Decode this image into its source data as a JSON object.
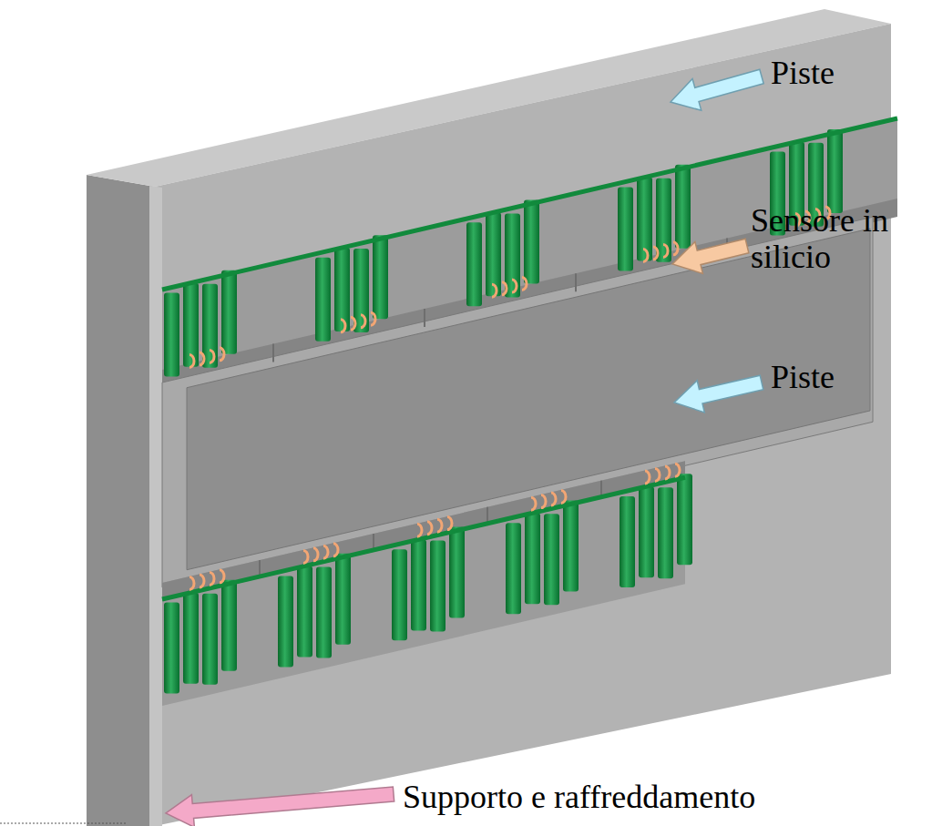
{
  "diagram": {
    "labels": [
      "Piste",
      "Sensore in silicio",
      "Piste",
      "Supporto e raffreddamento"
    ]
  }
}
